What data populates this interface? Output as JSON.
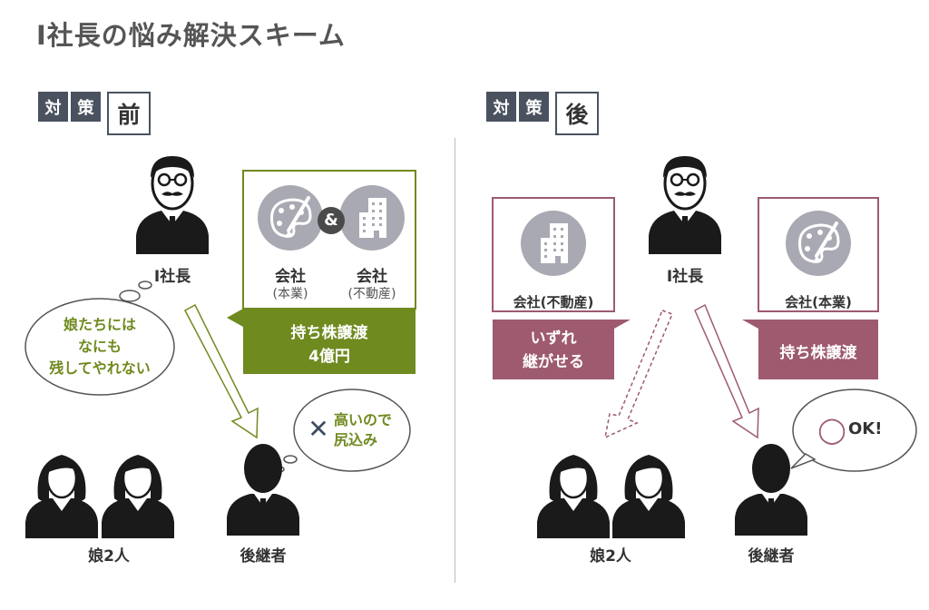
{
  "title": "I社長の悩み解決スキーム",
  "before": {
    "badge_chars": [
      "対",
      "策"
    ],
    "badge_big": "前",
    "president_label": "I社長",
    "company_plus": "&",
    "company1": {
      "line1": "会社",
      "line2": "(本業)"
    },
    "company2": {
      "line1": "会社",
      "line2": "(不動産)"
    },
    "transfer": {
      "line1": "持ち株譲渡",
      "line2": "4億円"
    },
    "thought": [
      "娘たちには",
      "なにも",
      "残してやれない"
    ],
    "objection_mark": "✕",
    "objection": [
      "高いので",
      "尻込み"
    ],
    "daughters_label": "娘2人",
    "successor_label": "後継者"
  },
  "after": {
    "badge_chars": [
      "対",
      "策"
    ],
    "badge_big": "後",
    "president_label": "I社長",
    "realestate": {
      "label": "会社(不動産)",
      "note": [
        "いずれ",
        "継がせる"
      ]
    },
    "core": {
      "label": "会社(本業)",
      "note": "持ち株譲渡"
    },
    "ok_mark": "◯",
    "ok_text": "OK!",
    "daughters_label": "娘2人",
    "successor_label": "後継者"
  },
  "colors": {
    "green": "#6f8a1f",
    "rose": "#9e5a6e",
    "badge": "#4a5260",
    "circle": "#a9a9b3",
    "ink": "#1a1a1a"
  }
}
